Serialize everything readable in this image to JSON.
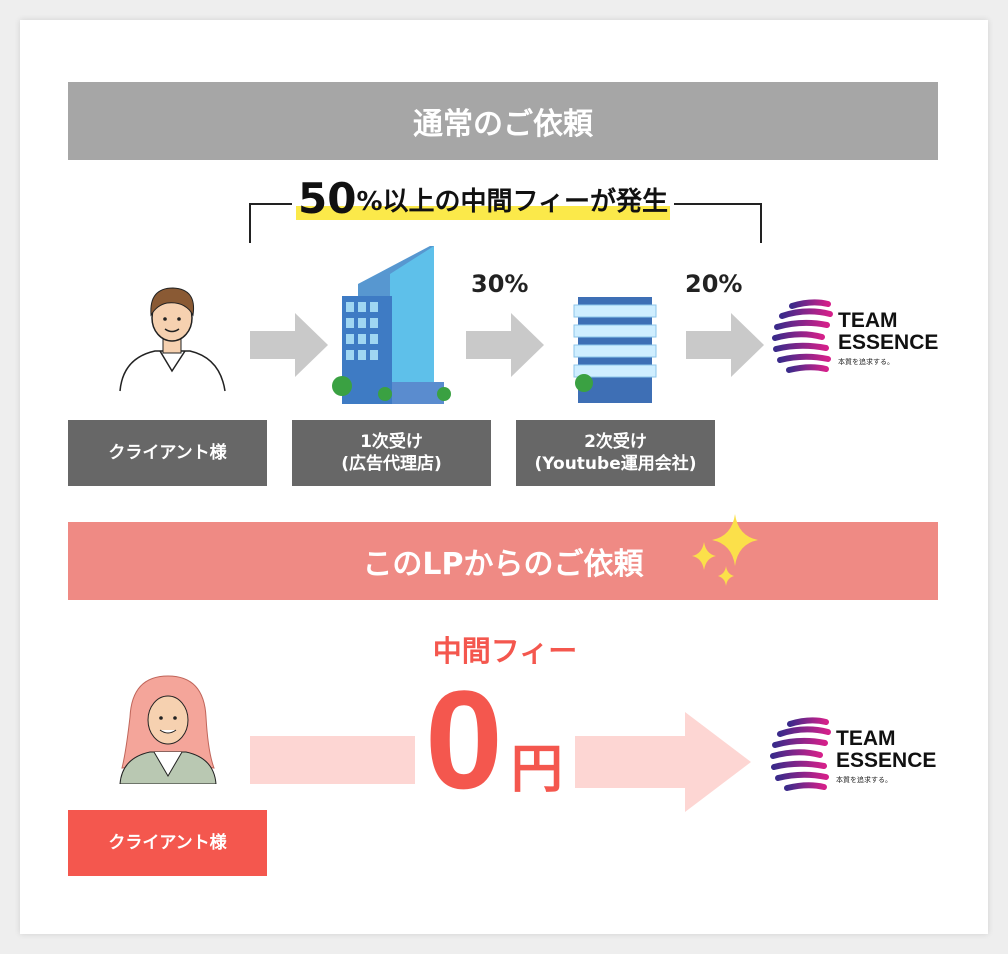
{
  "normal": {
    "title": "通常のご依頼",
    "headline_big": "50",
    "headline_rest": "%以上の中間フィーが発生",
    "pct1": "30%",
    "pct2": "20%",
    "labels": [
      "クライアント様",
      "1次受け\n(広告代理店)",
      "2次受け\n(Youtube運用会社)"
    ]
  },
  "lp": {
    "title": "このLPからのご依頼",
    "fee_label": "中間フィー",
    "fee_value": "0",
    "fee_unit": "円",
    "client_label": "クライアント様"
  },
  "logo": {
    "line1": "TEAM",
    "line2": "ESSENCE",
    "tagline": "本質を追求する。"
  },
  "colors": {
    "gray_bar": "#a6a6a6",
    "pink_bar": "#ef8a84",
    "label_gray": "#676767",
    "accent_red": "#f4574e",
    "pink_arrow": "#fdd6d3",
    "highlight": "#fbe94a"
  }
}
